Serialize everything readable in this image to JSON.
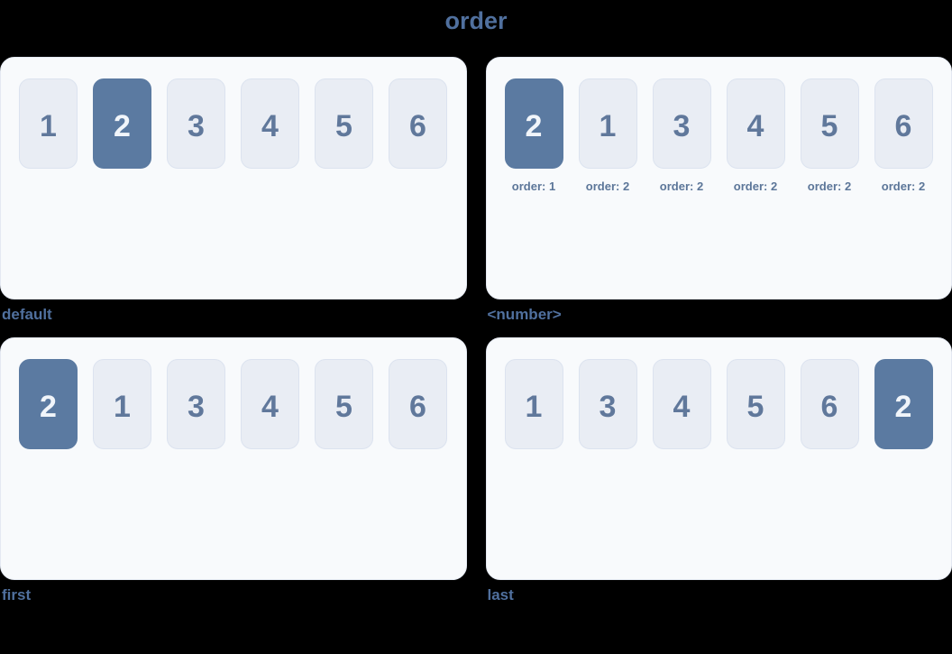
{
  "title": "order",
  "colors": {
    "page_background": "#000000",
    "panel_background": "#f8fafc",
    "item_background": "#e9edf4",
    "item_border": "#dce3ef",
    "item_text": "#60789b",
    "highlight_background": "#5b7aa1",
    "highlight_text": "#f1f5fa",
    "accent_text": "#50709e"
  },
  "panels": [
    {
      "caption": "default",
      "items": [
        {
          "label": "1",
          "highlighted": false
        },
        {
          "label": "2",
          "highlighted": true
        },
        {
          "label": "3",
          "highlighted": false
        },
        {
          "label": "4",
          "highlighted": false
        },
        {
          "label": "5",
          "highlighted": false
        },
        {
          "label": "6",
          "highlighted": false
        }
      ]
    },
    {
      "caption": "<number>",
      "items": [
        {
          "label": "2",
          "highlighted": true,
          "order_label": "order: 1"
        },
        {
          "label": "1",
          "highlighted": false,
          "order_label": "order: 2"
        },
        {
          "label": "3",
          "highlighted": false,
          "order_label": "order: 2"
        },
        {
          "label": "4",
          "highlighted": false,
          "order_label": "order: 2"
        },
        {
          "label": "5",
          "highlighted": false,
          "order_label": "order: 2"
        },
        {
          "label": "6",
          "highlighted": false,
          "order_label": "order: 2"
        }
      ]
    },
    {
      "caption": "first",
      "items": [
        {
          "label": "2",
          "highlighted": true
        },
        {
          "label": "1",
          "highlighted": false
        },
        {
          "label": "3",
          "highlighted": false
        },
        {
          "label": "4",
          "highlighted": false
        },
        {
          "label": "5",
          "highlighted": false
        },
        {
          "label": "6",
          "highlighted": false
        }
      ]
    },
    {
      "caption": "last",
      "items": [
        {
          "label": "1",
          "highlighted": false
        },
        {
          "label": "3",
          "highlighted": false
        },
        {
          "label": "4",
          "highlighted": false
        },
        {
          "label": "5",
          "highlighted": false
        },
        {
          "label": "6",
          "highlighted": false
        },
        {
          "label": "2",
          "highlighted": true
        }
      ]
    }
  ]
}
